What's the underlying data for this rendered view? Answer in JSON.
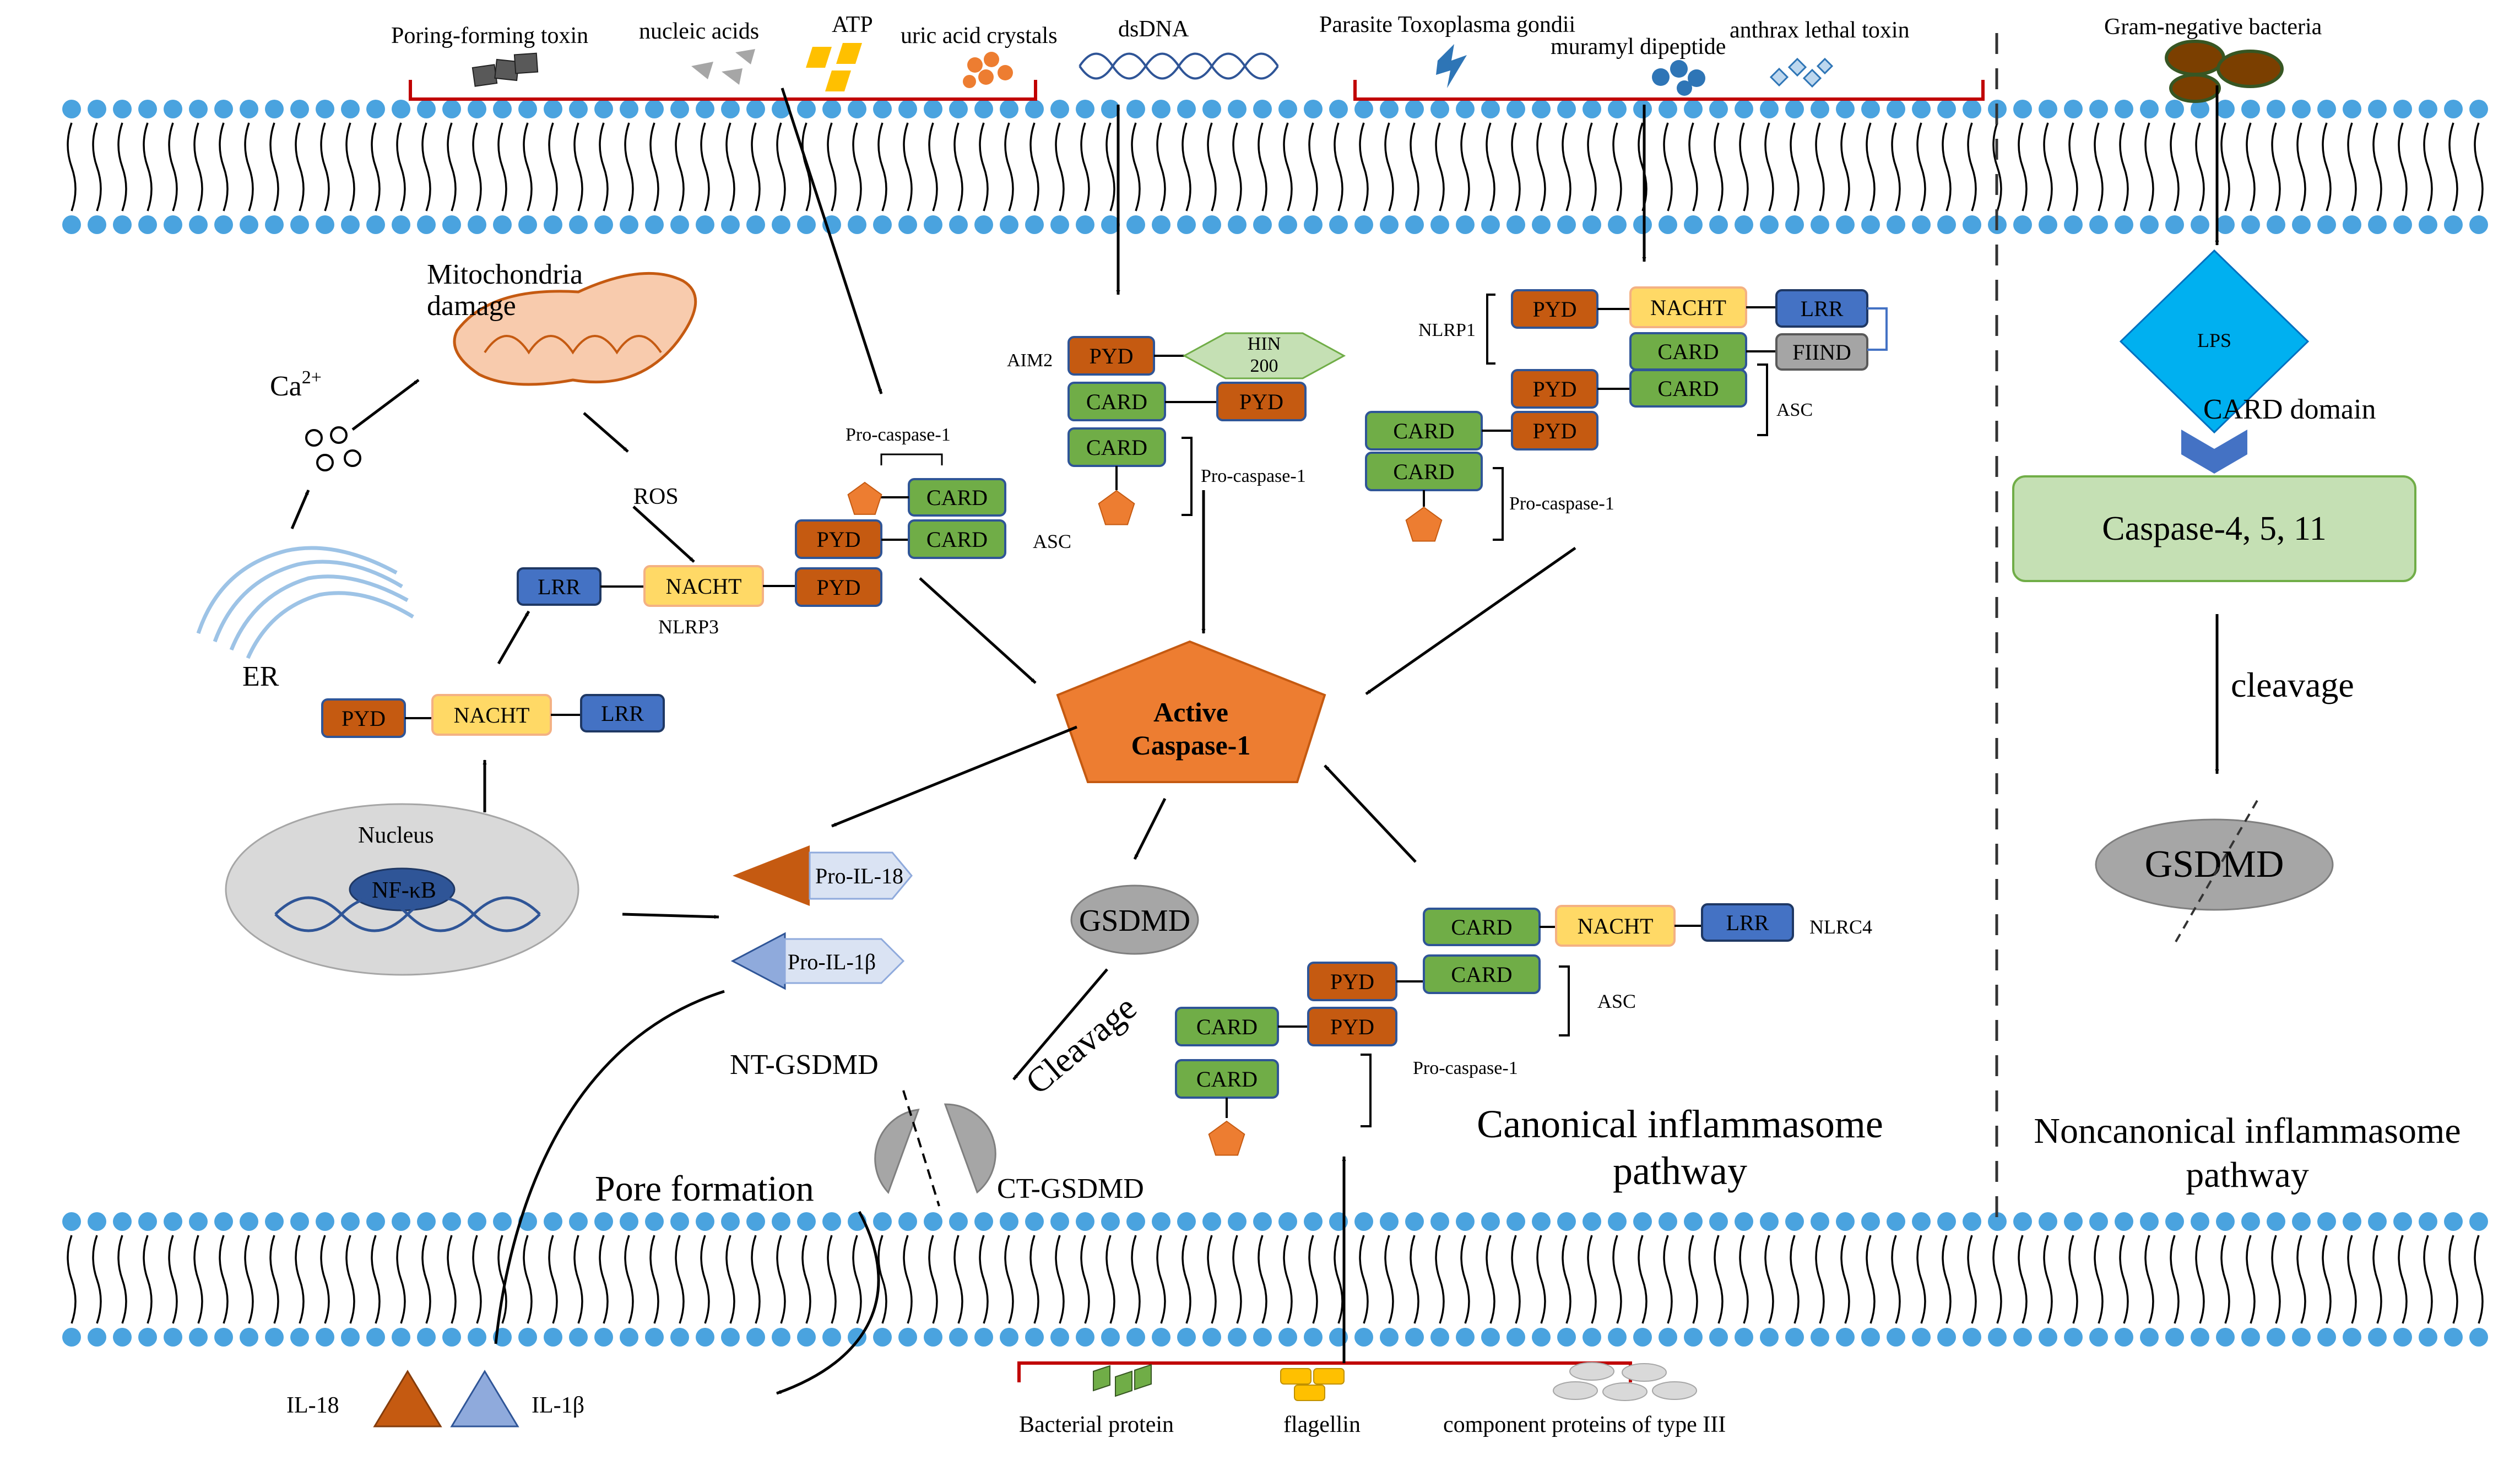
{
  "colors": {
    "pyd": "#c55a11",
    "card": "#70ad47",
    "nacht": "#ffd966",
    "lrr": "#4472c4",
    "fiind": "#a5a5a5",
    "hin": "#c5e0b4",
    "caspase_orange": "#ed7d31",
    "lipid_head": "#4aa3df",
    "inhibitor_red": "#c00000",
    "lps": "#00b0f0",
    "caspase_box": "#c5e0b4",
    "gsdmd": "#a6a6a6"
  },
  "ligands_top_left": {
    "pore_toxin": "Poring-forming toxin",
    "nucleic_acids": "nucleic  acids",
    "atp": "ATP",
    "uric_acid": "uric  acid  crystals"
  },
  "dsdna": "dsDNA",
  "ligands_top_right": {
    "toxoplasma": "Parasite Toxoplasma gondii",
    "muramyl": "muramyl dipeptide",
    "anthrax": "anthrax lethal toxin"
  },
  "gram_negative": "Gram-negative bacteria",
  "mito": {
    "line1": "Mitochondria",
    "line2": "damage"
  },
  "ca": "Ca",
  "ca_sup": "2+",
  "ros": "ROS",
  "er": "ER",
  "nucleus": {
    "label": "Nucleus",
    "nfkb": "NF-κB"
  },
  "domains": {
    "pyd": "PYD",
    "card": "CARD",
    "nacht": "NACHT",
    "lrr": "LRR",
    "fiind": "FIIND",
    "hin1": "HIN",
    "hin2": "200"
  },
  "labels": {
    "nlrp3": "NLRP3",
    "asc": "ASC",
    "pro_caspase": "Pro-caspase-1",
    "aim2": "AIM2",
    "nlrp1": "NLRP1",
    "nlrc4": "NLRC4"
  },
  "active_caspase": {
    "line1": "Active",
    "line2": "Caspase-1"
  },
  "pro_il18": "Pro-IL-18",
  "pro_il1b": "Pro-IL-1β",
  "gsdmd": "GSDMD",
  "cleavage_rot": "Cleavage",
  "nt_gsdmd": "NT-GSDMD",
  "ct_gsdmd": "CT-GSDMD",
  "pore_formation": "Pore formation",
  "canonical": {
    "line1": "Canonical inflammasome",
    "line2": "pathway"
  },
  "noncanonical": {
    "line1": "Noncanonical  inflammasome",
    "line2": "pathway"
  },
  "lps": "LPS",
  "card_domain": "CARD domain",
  "caspase_4511": "Caspase-4, 5, 11",
  "cleavage": "cleavage",
  "il18": "IL-18",
  "il1b": "IL-1β",
  "bottom_ligands": {
    "bacterial": "Bacterial protein",
    "flagellin": "flagellin",
    "type3": "component proteins of type III"
  }
}
